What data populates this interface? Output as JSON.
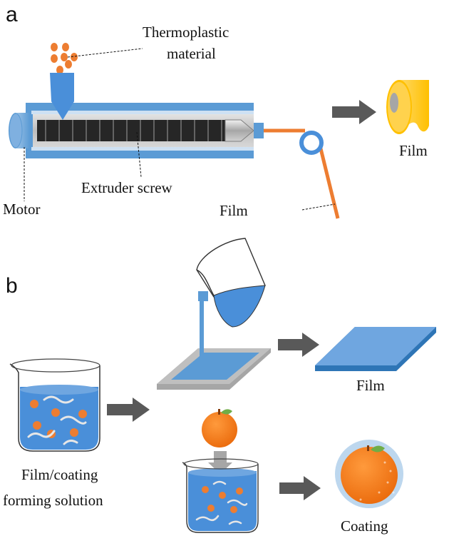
{
  "panels": {
    "a": "a",
    "b": "b"
  },
  "labels_a": {
    "material_line1": "Thermoplastic",
    "material_line2": "material",
    "extruder_screw": "Extruder screw",
    "motor": "Motor",
    "film_strip": "Film",
    "film_roll": "Film"
  },
  "labels_b": {
    "solution_line1": "Film/coating",
    "solution_line2": "forming solution",
    "film_sheet": "Film",
    "coating": "Coating"
  },
  "colors": {
    "barrel_blue": "#5b9bd5",
    "liquid_blue": "#4a8fd9",
    "orange": "#ed7d31",
    "film_orange": "#ed7d31",
    "roll_yellow": "#ffc000",
    "arrow_gray": "#595959",
    "screw_dark": "#3a3a3a",
    "leaf_green": "#70ad47"
  }
}
